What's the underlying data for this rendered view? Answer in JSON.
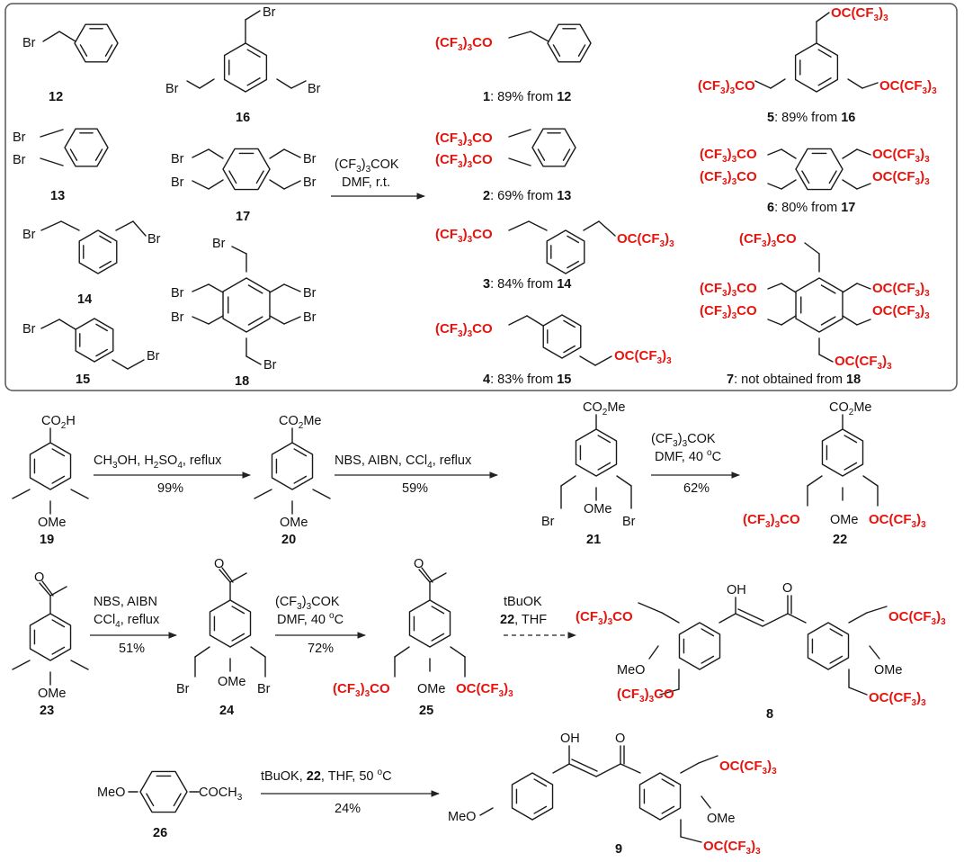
{
  "colors": {
    "reagent_highlight": "#e8130d",
    "ink": "#111111",
    "panel_border": "#555555"
  },
  "frame": {
    "c12": "12",
    "c13": "13",
    "c14": "14",
    "c15": "15",
    "c16": "16",
    "c17": "17",
    "c18": "18",
    "br": "Br",
    "reagents": {
      "line1": "(CF3)3COK",
      "line2": "DMF, r.t."
    },
    "products": {
      "p1": {
        "compound": "1",
        "text": ": 89% from ",
        "source": "12"
      },
      "p2": {
        "compound": "2",
        "text": ": 69% from ",
        "source": "13"
      },
      "p3": {
        "compound": "3",
        "text": ": 84% from ",
        "source": "14"
      },
      "p4": {
        "compound": "4",
        "text": ": 83% from ",
        "source": "15"
      },
      "p5": {
        "compound": "5",
        "text": ": 89% from ",
        "source": "16"
      },
      "p6": {
        "compound": "6",
        "text": ": 80% from ",
        "source": "17"
      },
      "p7": {
        "compound": "7",
        "text": ": not obtained from ",
        "source": "18"
      }
    },
    "group_left": "(CF3)3CO",
    "group_right": "OC(CF3)3"
  },
  "row2": {
    "c19": "19",
    "c20": "20",
    "c21": "21",
    "c22": "22",
    "co2h": "CO2H",
    "co2me": "CO2Me",
    "ome": "OMe",
    "step1": {
      "top": "CH3OH, H2SO4, reflux",
      "bottom": "99%"
    },
    "step2": {
      "top": "NBS, AIBN, CCl4, reflux",
      "bottom": "59%"
    },
    "step3": {
      "top1": "(CF3)3COK",
      "top2": "DMF, 40 oC",
      "bottom": "62%"
    }
  },
  "row3": {
    "c23": "23",
    "c24": "24",
    "c25": "25",
    "c8": "8",
    "oh": "OH",
    "o": "O",
    "meo": "MeO",
    "step1": {
      "line1": "NBS, AIBN",
      "line2": "CCl4, reflux",
      "bottom": "51%"
    },
    "step2": {
      "line1": "(CF3)3COK",
      "line2": "DMF, 40 oC",
      "bottom": "72%"
    },
    "step3": {
      "line1": "tBuOK",
      "line2_bold": "22",
      "line2_rest": ", THF"
    }
  },
  "row4": {
    "c26": "26",
    "c9": "9",
    "coch3": "COCH3",
    "step": {
      "pre": "tBuOK, ",
      "bold": "22",
      "post": ", THF, 50 oC",
      "bottom": "24%"
    }
  }
}
